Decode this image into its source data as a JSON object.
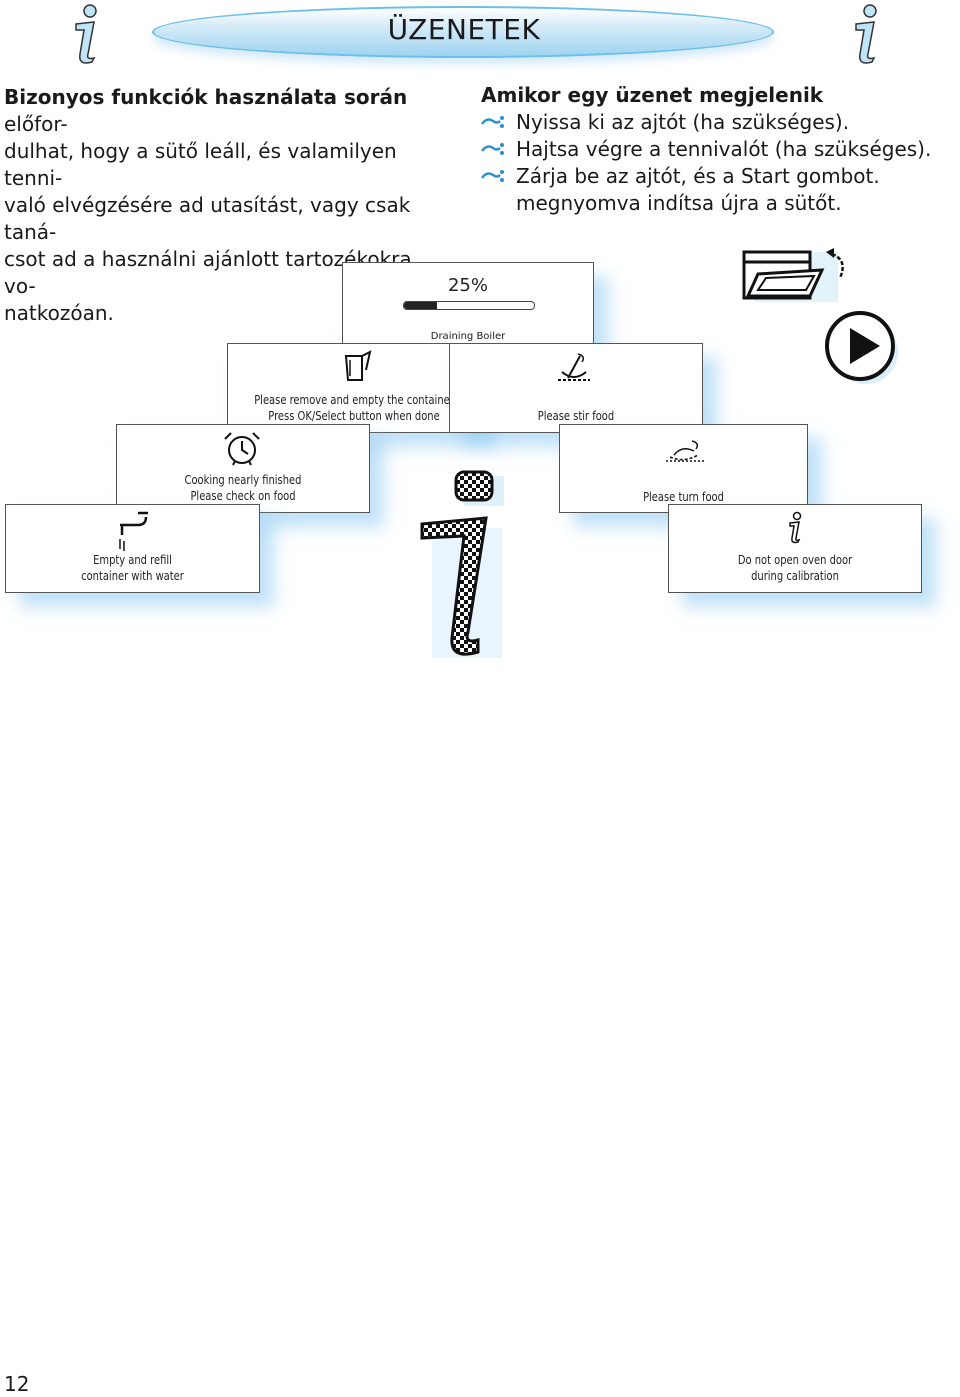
{
  "header": {
    "title": "ÜZENETEK",
    "left_icon": "info-icon",
    "right_icon": "info-icon"
  },
  "intro": {
    "bold": "Bizonyos funkciók használata során",
    "lines": [
      "Bizonyos funkciók használata során előfor-",
      "dulhat, hogy a sütő leáll, és valamilyen tenni-",
      "való elvégzésére ad utasítást, vagy csak taná-",
      "csot ad a használni ajánlott tartozékokra vo-",
      "natkozóan."
    ]
  },
  "when_message": {
    "title": "Amikor egy üzenet megjelenik",
    "steps": [
      "Nyissa ki az ajtót (ha szükséges).",
      "Hajtsa végre a tennivalót (ha szükséges).",
      "Zárja be az ajtót, és a Start gombot."
    ],
    "continuation": "megnyomva indítsa újra a sütőt."
  },
  "screens": {
    "progress": {
      "percent_label": "25%",
      "percent": 25,
      "status": "Draining Boiler"
    },
    "remove_container": {
      "line1": "Please remove and empty the container",
      "line2": "Press OK/Select button when done",
      "icon": "container-icon"
    },
    "stir_food": {
      "line1": "Please stir food",
      "icon": "stir-icon"
    },
    "nearly_finished": {
      "line1": "Cooking nearly finished",
      "line2": "Please check on food",
      "icon": "alarm-clock-icon"
    },
    "turn_food": {
      "line1": "Please turn food",
      "icon": "turn-food-icon"
    },
    "refill_water": {
      "line1": "Empty and refill",
      "line2": "container with water",
      "icon": "water-tap-icon"
    },
    "calibration": {
      "line1": "Do not open oven door",
      "line2": "during calibration",
      "icon": "info-icon"
    }
  },
  "icons": {
    "door_open": "oven-door-open-icon",
    "start": "start-play-icon",
    "big_info": "pixel-info-icon"
  },
  "colors": {
    "accent": "#6dbfe9",
    "shadow": "#8cc8f0",
    "text": "#1a1a1a"
  },
  "footer": {
    "page_number": "12"
  }
}
